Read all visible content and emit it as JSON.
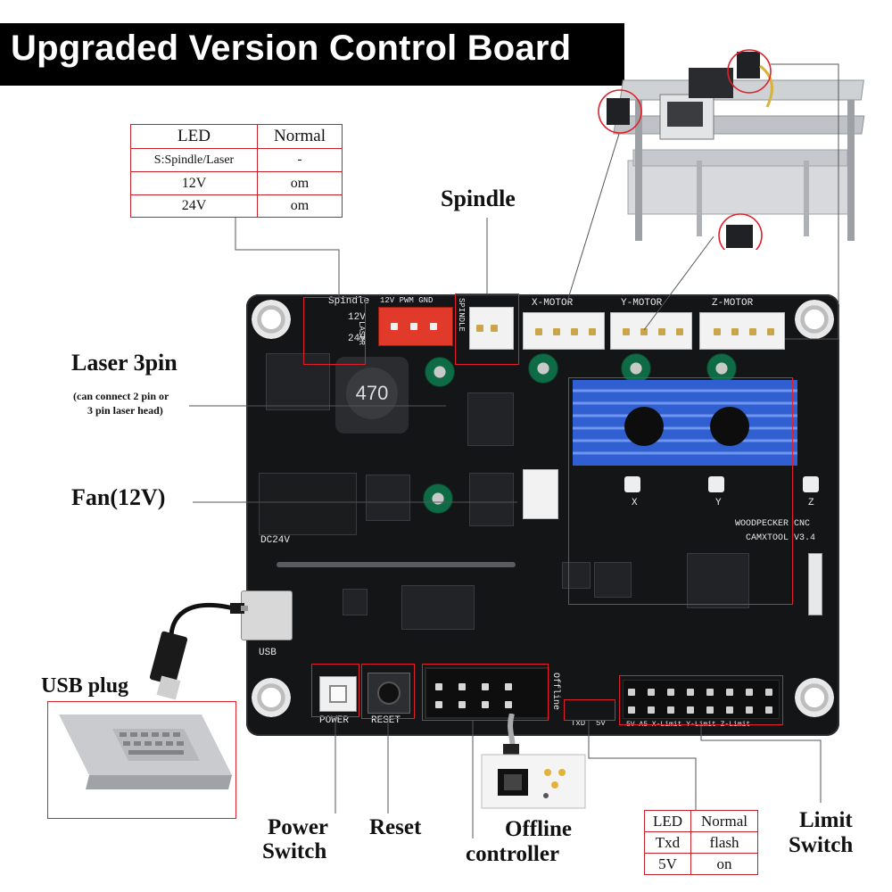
{
  "title": "Upgraded Version Control Board",
  "led_table_top": {
    "headers": [
      "LED",
      "Normal"
    ],
    "rows": [
      [
        "S:Spindle/Laser",
        "-"
      ],
      [
        "12V",
        "om"
      ],
      [
        "24V",
        "om"
      ]
    ]
  },
  "led_table_bottom": {
    "headers": [
      "LED",
      "Normal"
    ],
    "rows": [
      [
        "Txd",
        "flash"
      ],
      [
        "5V",
        "on"
      ]
    ]
  },
  "labels": {
    "spindle": "Spindle",
    "laser": "Laser 3pin",
    "laser_note_1": "(can connect 2 pin or",
    "laser_note_2": "3 pin laser head)",
    "fan": "Fan(12V)",
    "usb_plug": "USB plug",
    "power_1": "Power",
    "power_2": "Switch",
    "reset": "Reset",
    "offline_1": "Offline",
    "offline_2": "controller",
    "limit_1": "Limit",
    "limit_2": "Switch"
  },
  "silkscreen": {
    "x_motor": "X-MOTOR",
    "y_motor": "Y-MOTOR",
    "z_motor": "Z-MOTOR",
    "spindle": "Spindle",
    "v12": "12V",
    "v24": "24V",
    "pwm": "12V PWM GND",
    "laser": "LASER",
    "spindle_vert": "SPINDLE",
    "inductor": "470",
    "dc24v": "DC24V",
    "usb": "USB",
    "power": "POWER",
    "reset": "RESET",
    "offline": "Offline",
    "txd": "TxD",
    "five_v": "5V",
    "brand_1": "WOODPECKER CNC",
    "brand_2": "CAMXTOOL V3.4",
    "limit_row": "5V A5 X-Limit Y-Limit Z-Limit",
    "axis_x": "X",
    "axis_y": "Y",
    "axis_z": "Z"
  },
  "colors": {
    "accent_red": "#e0202a",
    "board": "#141517",
    "heatsink": "#2f5fd0",
    "banner": "#000000"
  }
}
